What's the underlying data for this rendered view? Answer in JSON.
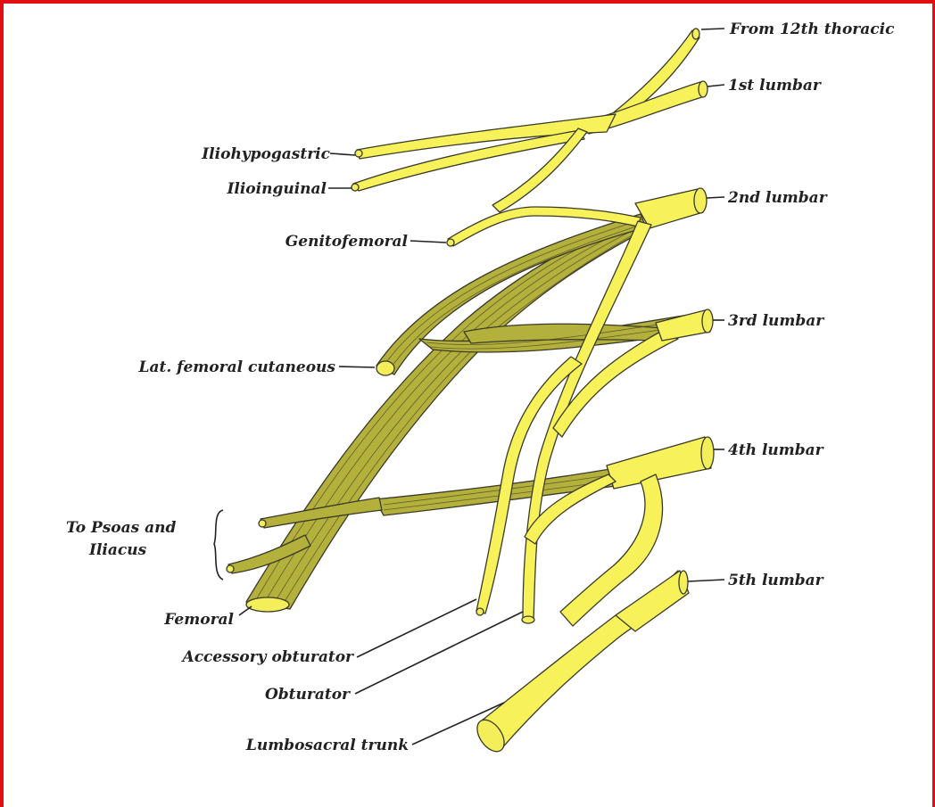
{
  "labels": {
    "t12": "From 12th thoracic",
    "l1": "1st lumbar",
    "l2": "2nd lumbar",
    "l3": "3rd lumbar",
    "l4": "4th lumbar",
    "l5": "5th lumbar",
    "iliohypogastric": "Iliohypogastric",
    "ilioinguinal": "Ilioinguinal",
    "genitofemoral": "Genitofemoral",
    "lat_fem_cut": "Lat. femoral cutaneous",
    "psoas_1": "To Psoas and",
    "psoas_2": "Iliacus",
    "femoral": "Femoral",
    "accessory_obturator": "Accessory obturator",
    "obturator": "Obturator",
    "lumbosacral": "Lumbosacral trunk"
  },
  "colors": {
    "border": "#e01010",
    "nerve_fill": "#f7f15a",
    "nerve_shade": "#b4b03c",
    "outline": "#3a3a2a",
    "label_text": "#222222"
  }
}
